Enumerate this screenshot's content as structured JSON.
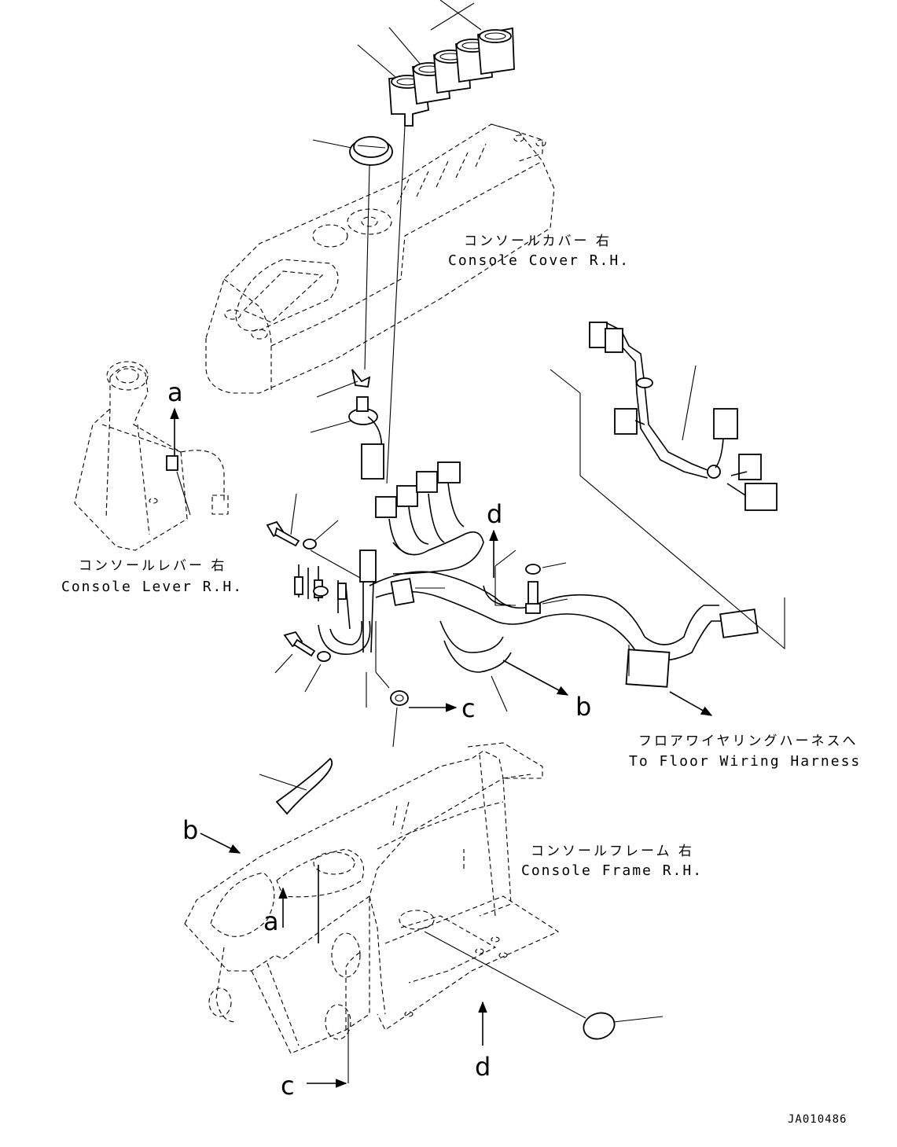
{
  "labels": {
    "console_cover": {
      "jp": "コンソールカバー 右",
      "en": "Console Cover R.H."
    },
    "console_lever": {
      "jp": "コンソールレバー 右",
      "en": "Console Lever R.H."
    },
    "console_frame": {
      "jp": "コンソールフレーム 右",
      "en": "Console Frame R.H."
    },
    "floor_harness": {
      "jp": "フロアワイヤリングハーネスへ",
      "en": "To Floor Wiring Harness"
    }
  },
  "view_letters": {
    "a_top": "a",
    "a_bottom": "a",
    "b_right": "b",
    "b_left": "b",
    "c_right": "c",
    "c_bottom": "c",
    "d_top": "d",
    "d_bottom": "d"
  },
  "drawing_id": "JA010486"
}
